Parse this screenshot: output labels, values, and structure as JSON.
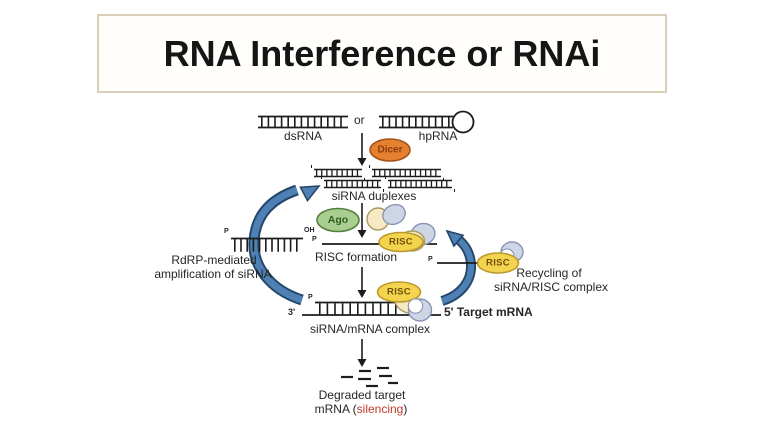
{
  "title": "RNA Interference or RNAi",
  "colors": {
    "dicer_orange": "#e5802e",
    "ago_green": "#aace90",
    "risc_yellow": "#f4d44f",
    "protein_cream": "#f7e9c3",
    "protein_lavender": "#cdd5e7",
    "cycle_arrow_blue": "#4e80b4",
    "silencing_red": "#c0392b",
    "title_border_tan": "#d8ceba"
  },
  "labels": {
    "dsrna": "dsRNA",
    "or": "or",
    "hprna": "hpRNA",
    "dicer": "Dicer",
    "sirna_duplexes": "siRNA duplexes",
    "ago": "Ago",
    "risc": "RISC",
    "risc_formation": "RISC formation",
    "p": "P",
    "oh": "OH",
    "rdrp_line1": "RdRP-mediated",
    "rdrp_line2": "amplification of siRNA",
    "recycling_line1": "Recycling of",
    "recycling_line2": "siRNA/RISC complex",
    "three_prime": "3'",
    "five_prime_target": "5' Target mRNA",
    "sirna_mrna_complex": "siRNA/mRNA complex",
    "degraded_line1": "Degraded target",
    "degraded_line2_prefix": "mRNA (",
    "degraded_silencing": "silencing",
    "degraded_line2_suffix": ")"
  }
}
